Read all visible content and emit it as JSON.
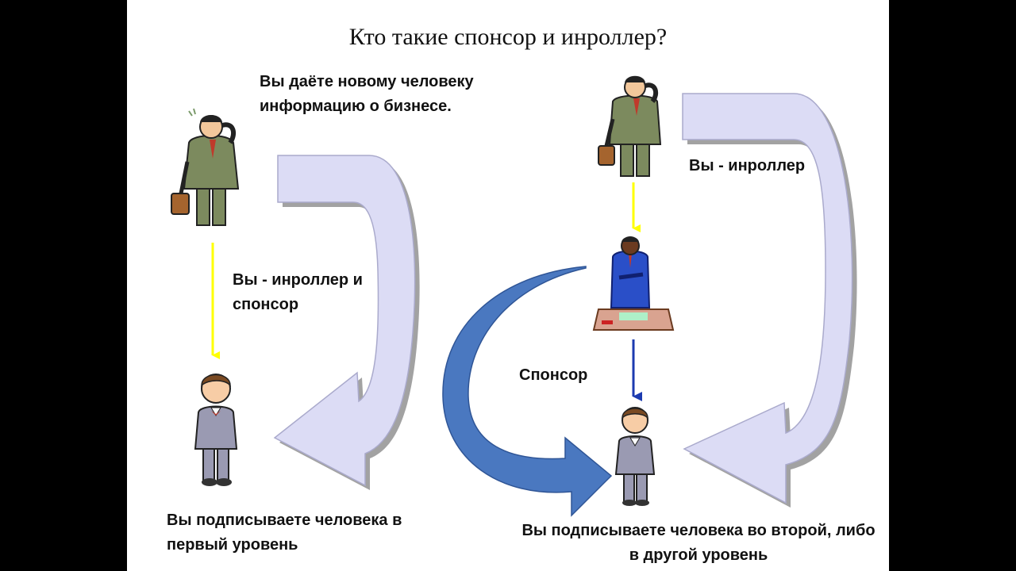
{
  "slide": {
    "title": "Кто такие спонсор и инроллер?"
  },
  "labels": {
    "info": "Вы даёте новому человеку информацию о бизнесе.",
    "enroller_and_sponsor": "Вы - инроллер и спонсор",
    "first_level": "Вы подписываете человека в первый уровень",
    "enroller": "Вы - инроллер",
    "sponsor": "Спонсор",
    "second_level": "Вы подписываете человека во второй, либо в другой уровень"
  },
  "colors": {
    "pale_arrow": "#dcdcf5",
    "blue_arrow": "#4a78c0",
    "yellow_arrow": "#ffff00",
    "dark_blue_arrow": "#1c3bb0",
    "suit_green": "#7c8a5e",
    "suit_gray": "#9a9ab2",
    "suit_blue": "#2a4fc8"
  },
  "icons": [
    "businessman-with-briefcase",
    "seated-manager-at-desk",
    "young-boy-in-suit"
  ]
}
